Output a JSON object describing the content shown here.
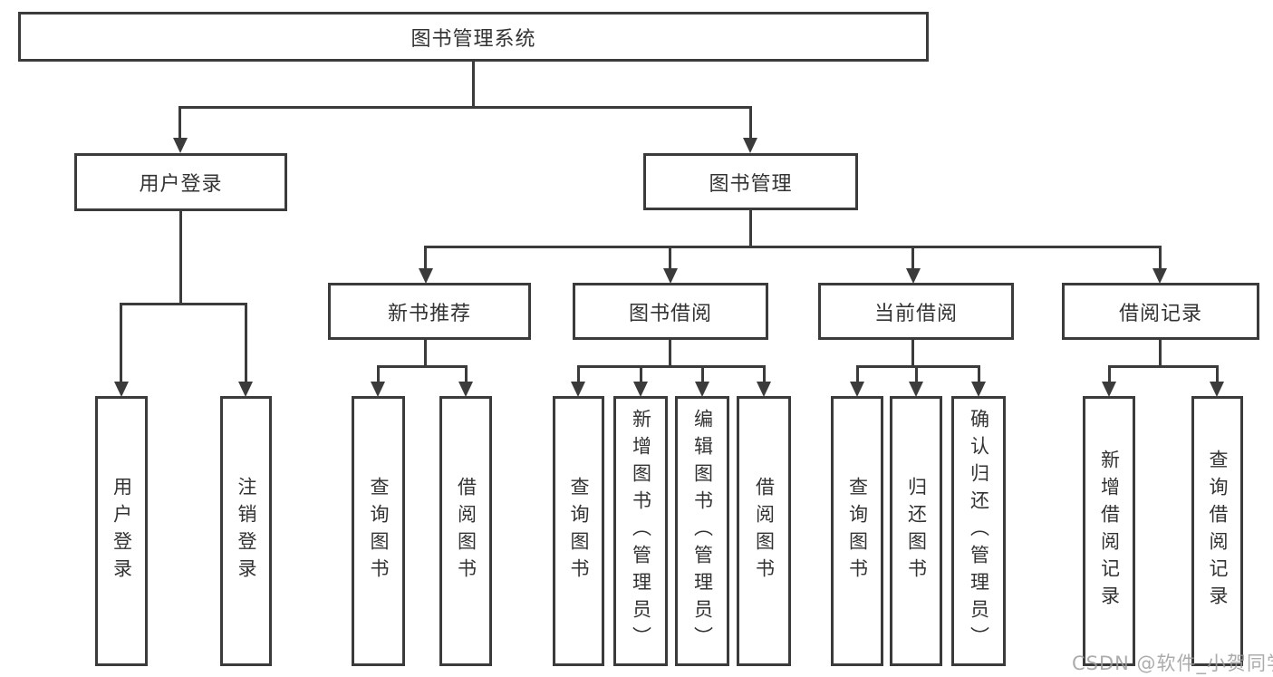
{
  "root": {
    "label": "图书管理系统"
  },
  "branches": [
    {
      "label": "用户登录",
      "children": [
        {
          "label": "用户登录"
        },
        {
          "label": "注销登录"
        }
      ]
    },
    {
      "label": "图书管理",
      "children": [
        {
          "label": "新书推荐",
          "children": [
            {
              "label": "查询图书"
            },
            {
              "label": "借阅图书"
            }
          ]
        },
        {
          "label": "图书借阅",
          "children": [
            {
              "label": "查询图书"
            },
            {
              "label": "新增图书（管理员）"
            },
            {
              "label": "编辑图书（管理员）"
            },
            {
              "label": "借阅图书"
            }
          ]
        },
        {
          "label": "当前借阅",
          "children": [
            {
              "label": "查询图书"
            },
            {
              "label": "归还图书"
            },
            {
              "label": "确认归还（管理员）"
            }
          ]
        },
        {
          "label": "借阅记录",
          "children": [
            {
              "label": "新增借阅记录"
            },
            {
              "label": "查询借阅记录"
            }
          ]
        }
      ]
    }
  ],
  "watermark": "CSDN @软件_小贺同学",
  "colors": {
    "line": "#3b3b3b",
    "text": "#333333",
    "watermark": "#9e9e9e",
    "background": "#ffffff"
  }
}
